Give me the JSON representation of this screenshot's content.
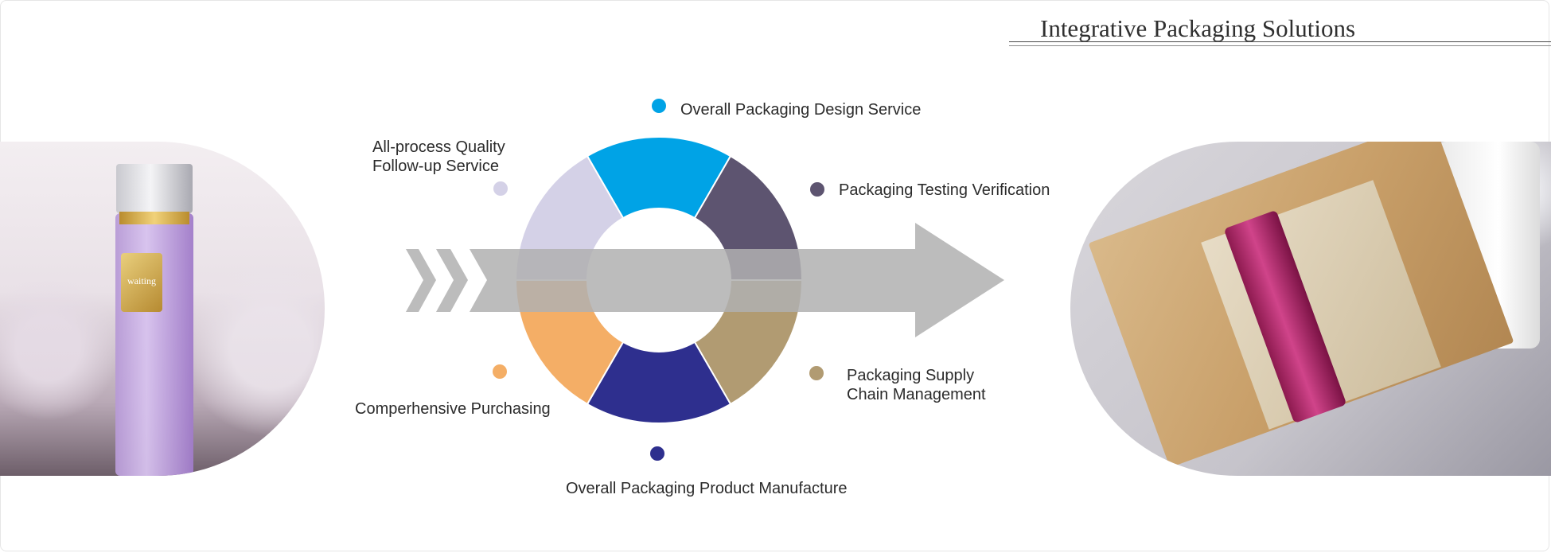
{
  "header": {
    "title": "Integrative Packaging Solutions"
  },
  "photos": {
    "left_bottle_text": "waiting"
  },
  "diagram": {
    "colors": {
      "arrow": "#b0b0b0",
      "ring_border": "#ffffff"
    },
    "segments": [
      {
        "label": "Overall Packaging Design Service",
        "color": "#00a3e6"
      },
      {
        "label": "Packaging Testing Verification",
        "color": "#5d5470"
      },
      {
        "label": "Packaging Supply\nChain Management",
        "color": "#b19b72"
      },
      {
        "label": "Overall Packaging Product Manufacture",
        "color": "#2e2f8e"
      },
      {
        "label": "Comperhensive Purchasing",
        "color": "#f4ae66"
      },
      {
        "label": "All-process Quality\nFollow-up Service",
        "color": "#d4d1e7"
      }
    ]
  }
}
